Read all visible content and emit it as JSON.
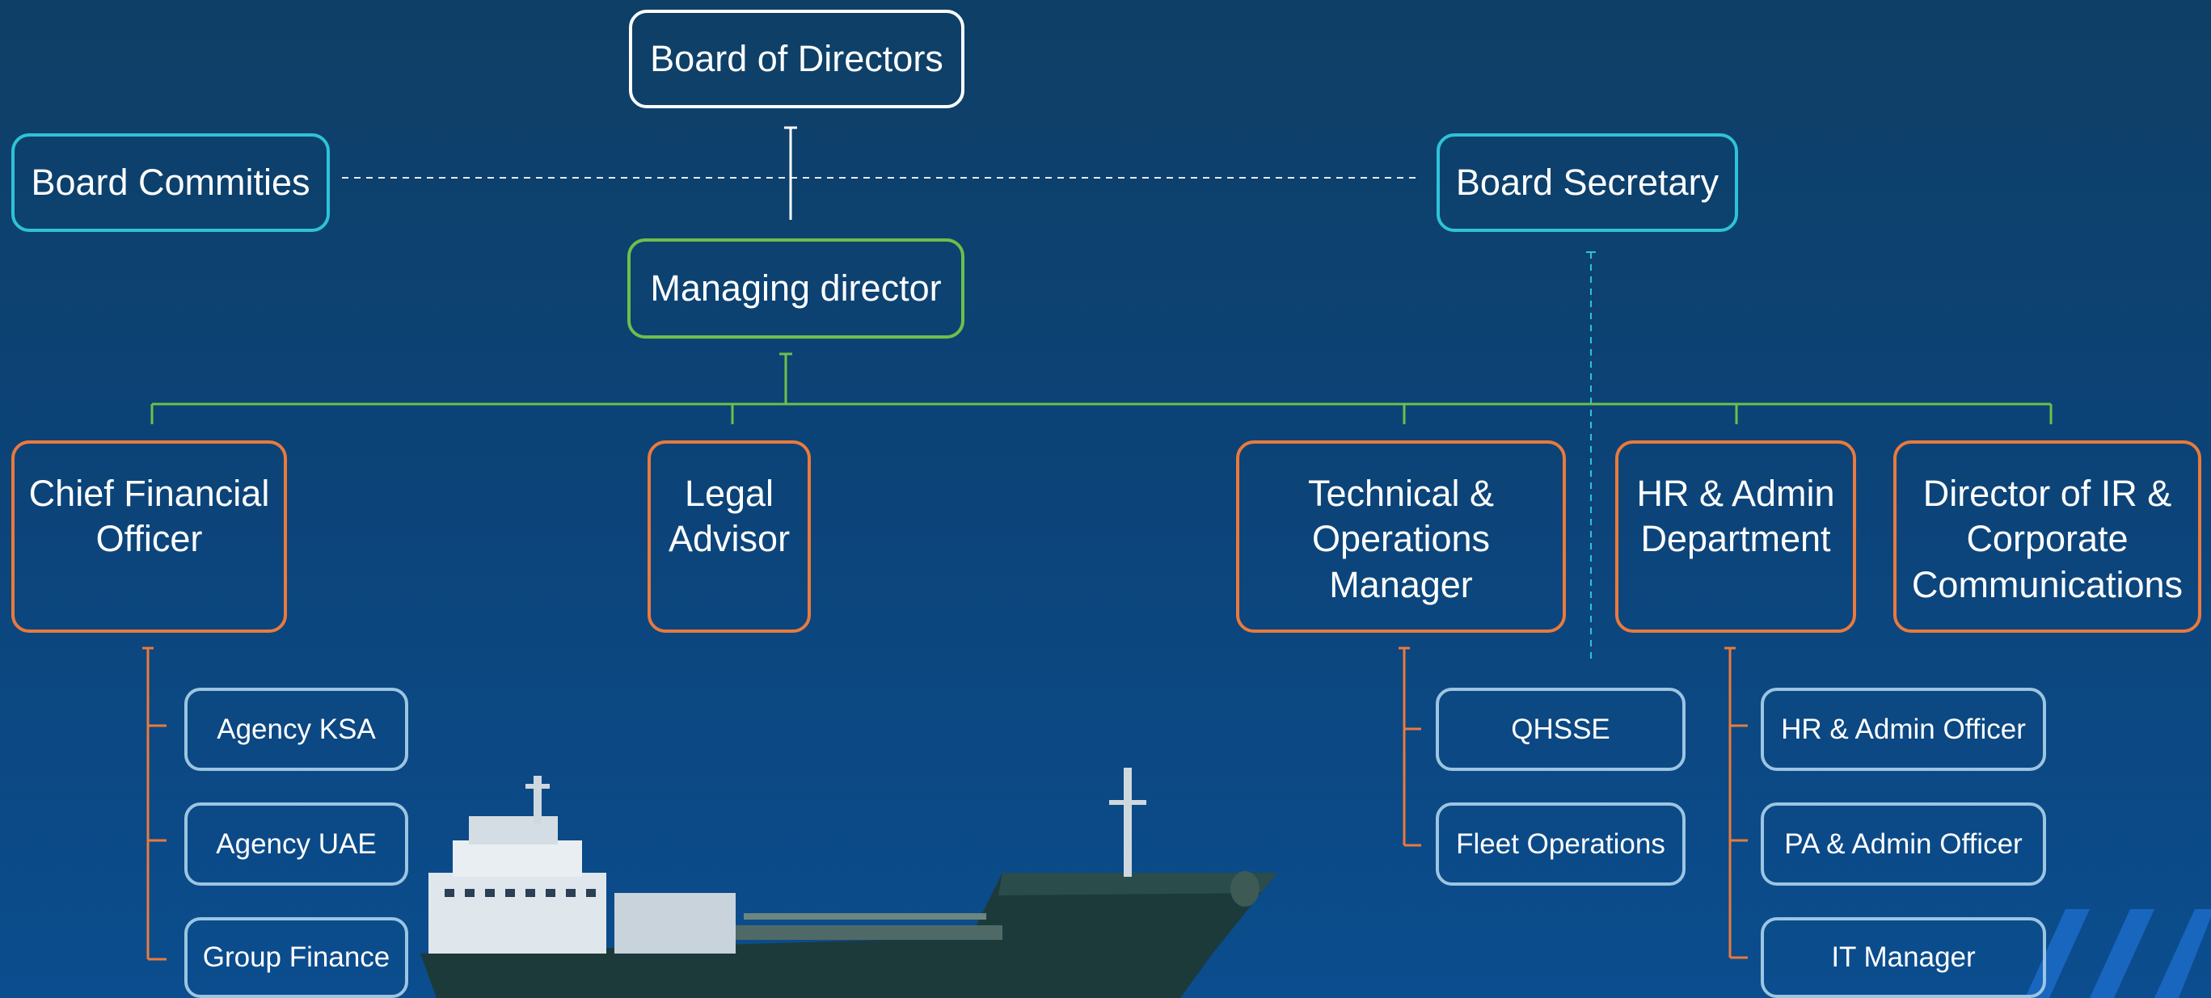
{
  "top": {
    "board_of_directors": "Board of Directors",
    "board_commities": "Board Commities",
    "board_secretary": "Board Secretary",
    "managing_director": "Managing director"
  },
  "departments": {
    "cfo": "Chief Financial Officer",
    "legal": "Legal Advisor",
    "technical": "Technical & Operations Manager",
    "hr": "HR & Admin Department",
    "ir": "Director of IR & Corporate Communications"
  },
  "cfo_subs": [
    "Agency KSA",
    "Agency UAE",
    "Group Finance"
  ],
  "technical_subs": [
    "QHSSE",
    "Fleet Operations"
  ],
  "hr_subs": [
    "HR & Admin Officer",
    "PA & Admin Officer",
    "IT Manager"
  ],
  "colors": {
    "background": "#0c4377",
    "board_line": "#ffffff",
    "secretary_line": "#2ec3d6",
    "managing_line": "#6cc04a",
    "department_line": "#ea7a3c",
    "sub_border": "#9cc5e2"
  },
  "icons": {
    "ship": "ship-image",
    "stripes": "stripes-decoration"
  }
}
